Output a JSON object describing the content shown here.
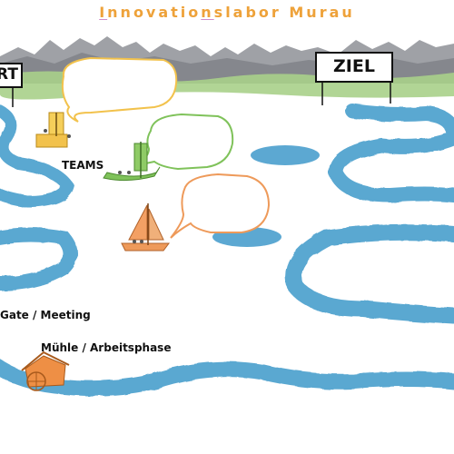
{
  "title": {
    "part1": "I",
    "part2": "nnovatio",
    "part3": "n",
    "part4": "slabor",
    "part5": " Murau"
  },
  "signs": {
    "start_partial": "RT",
    "goal": "ZIEL"
  },
  "labels": {
    "teams": "TEAMS",
    "gate_meeting": "Gate / Meeting",
    "muehle": "Mühle / Arbeitsphase"
  },
  "colors": {
    "title": "#eea23a",
    "river": "#4a9fcd",
    "mountains": "#8e9196",
    "grass": "#a8d08a",
    "bubble_yellow": "#f2c24c",
    "bubble_green": "#7fc25a",
    "bubble_orange": "#ee9a5a"
  }
}
